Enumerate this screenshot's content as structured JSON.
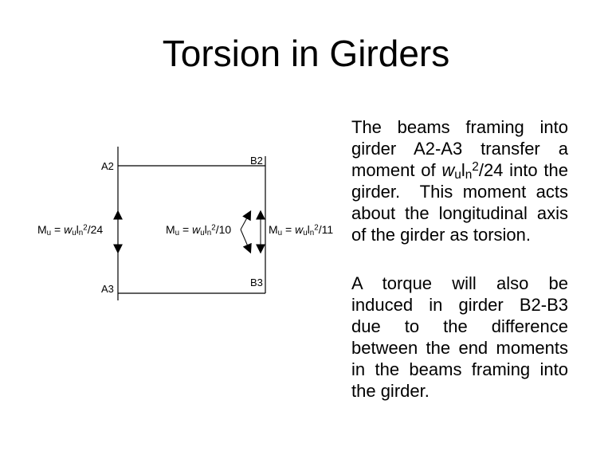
{
  "slide": {
    "title": "Torsion in Girders"
  },
  "colors": {
    "ink": "#000000",
    "background": "#ffffff"
  },
  "diagram": {
    "node_labels": {
      "a2": "A2",
      "b2": "B2",
      "a3": "A3",
      "b3": "B3"
    },
    "moments": {
      "left": [
        {
          "t": "M"
        },
        {
          "t": "u",
          "s": "sub"
        },
        {
          "t": " = "
        },
        {
          "t": "w",
          "s": "i"
        },
        {
          "t": "u",
          "s": "sub"
        },
        {
          "t": "l"
        },
        {
          "t": "n",
          "s": "sub"
        },
        {
          "t": "2",
          "s": "sup"
        },
        {
          "t": "/24"
        }
      ],
      "middle": [
        {
          "t": "M"
        },
        {
          "t": "u",
          "s": "sub"
        },
        {
          "t": " = "
        },
        {
          "t": "w",
          "s": "i"
        },
        {
          "t": "u",
          "s": "sub"
        },
        {
          "t": "l"
        },
        {
          "t": "n",
          "s": "sub"
        },
        {
          "t": "2",
          "s": "sup"
        },
        {
          "t": "/10"
        }
      ],
      "right": [
        {
          "t": "M"
        },
        {
          "t": "u",
          "s": "sub"
        },
        {
          "t": " = "
        },
        {
          "t": "w",
          "s": "i"
        },
        {
          "t": "u",
          "s": "sub"
        },
        {
          "t": "l"
        },
        {
          "t": "n",
          "s": "sub"
        },
        {
          "t": "2",
          "s": "sup"
        },
        {
          "t": "/11"
        }
      ]
    }
  },
  "text": {
    "p1_before": "The beams framing into girder A2-A3 transfer a moment of ",
    "p1_formula": [
      {
        "t": "w",
        "s": "i"
      },
      {
        "t": "u",
        "s": "sub"
      },
      {
        "t": "l"
      },
      {
        "t": "n",
        "s": "sub"
      },
      {
        "t": "2",
        "s": "sup"
      },
      {
        "t": "/24"
      }
    ],
    "p1_after": " into the girder.  This moment acts about the longitudinal axis of the girder as torsion.",
    "p2": "A torque will also be induced in girder B2-B3 due to the difference between the end moments in the beams framing into the girder."
  }
}
